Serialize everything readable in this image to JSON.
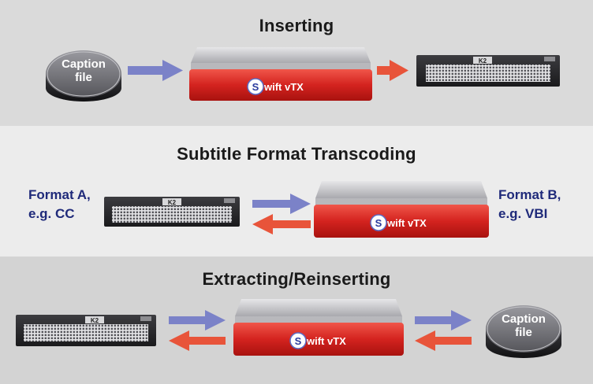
{
  "colors": {
    "panel_top": "#dadada",
    "panel_mid": "#ececec",
    "panel_bottom": "#d3d3d3",
    "arrow_blue": "#7b82c8",
    "arrow_red": "#e8543a",
    "label_blue": "#1f2a7a",
    "device_red": "#d4231f",
    "device_gray": "#b8b8bc"
  },
  "sections": [
    {
      "title": "Inserting"
    },
    {
      "title": "Subtitle Format Transcoding",
      "left_label": [
        "Format A,",
        "e.g. CC"
      ],
      "right_label": [
        "Format B,",
        "e.g. VBI"
      ]
    },
    {
      "title": "Extracting/Reinserting"
    }
  ],
  "caption_file": [
    "Caption",
    "file"
  ],
  "device": {
    "logo_letter": "S",
    "name": "wift vTX"
  },
  "server": {
    "badge": "K2"
  }
}
